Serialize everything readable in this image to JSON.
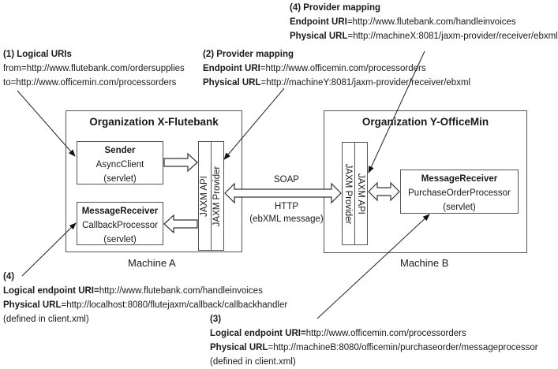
{
  "notes": {
    "logical_uris": {
      "title": "(1) Logical URIs",
      "from": "from=http://www.flutebank.com/ordersupplies",
      "to": "to=http://www.officemin.com/processorders"
    },
    "provider_mapping_2": {
      "title": "(2) Provider mapping",
      "endpoint_label": "Endpoint URI",
      "endpoint_value": "=http://www.officemin.com/processorders",
      "physical_label": "Physical URL",
      "physical_value": "=http://machineY:8081/jaxm-provider/receiver/ebxml"
    },
    "provider_mapping_4": {
      "title": "(4) Provider mapping",
      "endpoint_label": "Endpoint URI",
      "endpoint_value": "=http://www.flutebank.com/handleinvoices",
      "physical_label": "Physical URL",
      "physical_value": "=http://machineX:8081/jaxm-provider/receiver/ebxml"
    },
    "callback_4": {
      "title": "(4)",
      "endpoint_label": "Logical endpoint URI=",
      "endpoint_value": "http://www.flutebank.com/handleinvoices",
      "physical_label": "Physical URL",
      "physical_value": "=http://localhost:8080/flutejaxm/callback/callbackhandler",
      "defined": "(defined in client.xml)"
    },
    "receiver_3": {
      "title": "(3)",
      "endpoint_label": "Logical endpoint URI=",
      "endpoint_value": "http://www.officemin.com/processorders",
      "physical_label": "Physical URL",
      "physical_value": "=http://machineB:8080/officemin/purchaseorder/messageprocessor",
      "defined": "(defined in client.xml)"
    }
  },
  "org_x": {
    "title": "Organization X-Flutebank",
    "machine": "Machine A",
    "sender": {
      "title": "Sender",
      "name": "AsyncClient",
      "type": "(servlet)"
    },
    "receiver": {
      "title": "MessageReceiver",
      "name": "CallbackProcessor",
      "type": "(servlet)"
    },
    "jaxm_api": "JAXM API",
    "jaxm_provider": "JAXM Provider"
  },
  "org_y": {
    "title": "Organization Y-OfficeMin",
    "machine": "Machine B",
    "receiver": {
      "title": "MessageReceiver",
      "name": "PurchaseOrderProcessor",
      "type": "(servlet)"
    },
    "jaxm_api": "JAXM API",
    "jaxm_provider": "JAXM Provider"
  },
  "link": {
    "protocol_top": "SOAP",
    "protocol_bottom": "HTTP",
    "protocol_note": "(ebXML message)"
  }
}
